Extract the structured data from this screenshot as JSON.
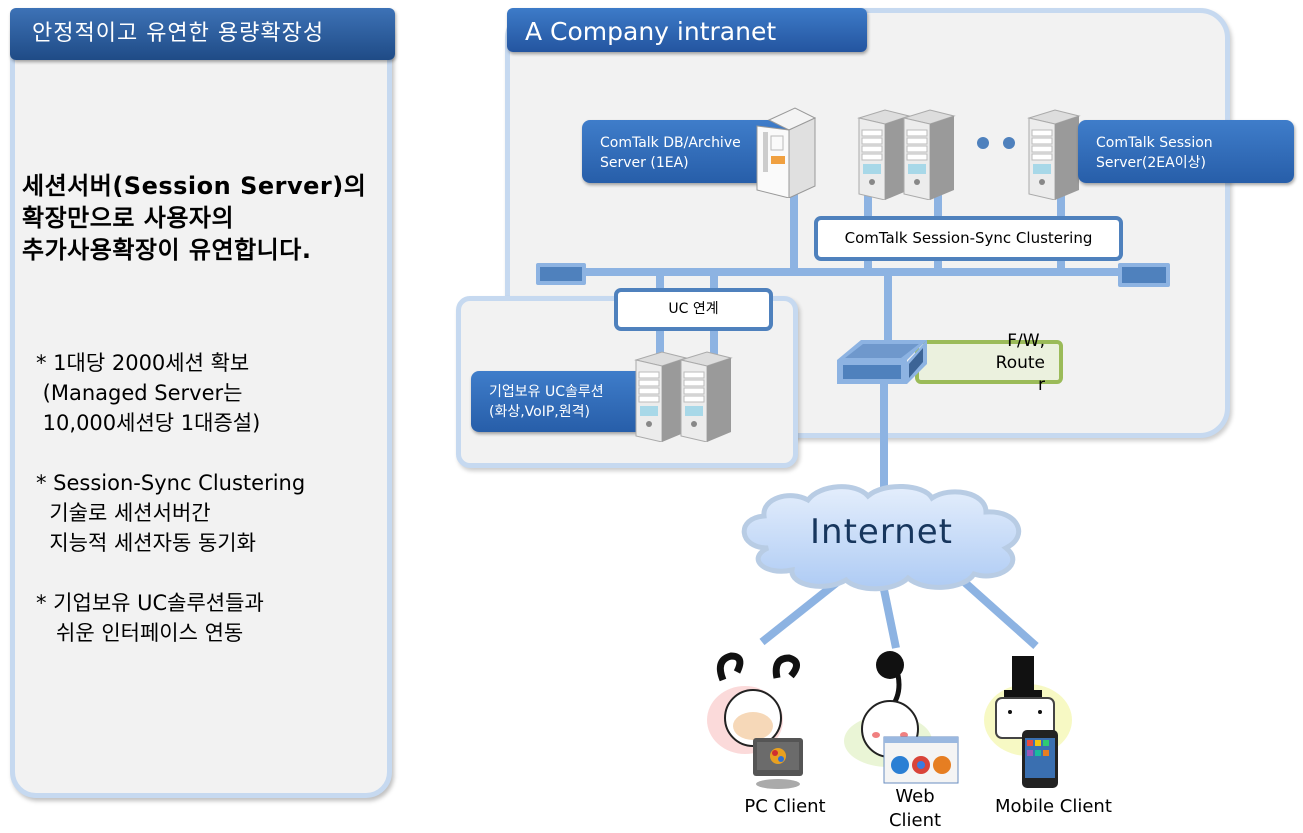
{
  "left_panel": {
    "title": "안정적이고 유연한 용량확장성",
    "headline": [
      "세션서버(Session Server)의",
      "확장만으로 사용자의",
      "추가사용확장이 유연합니다."
    ],
    "bullets": [
      "* 1대당 2000세션 확보\n (Managed Server는\n 10,000세션당 1대증설)",
      "* Session-Sync Clustering\n  기술로 세션서버간\n  지능적 세션자동 동기화",
      "* 기업보유 UC솔루션들과\n   쉬운 인터페이스 연동"
    ]
  },
  "intranet": {
    "title": "A Company intranet",
    "db_server_label": [
      "ComTalk DB/Archive",
      "Server (1EA)"
    ],
    "session_server_label": [
      "ComTalk Session",
      "Server(2EA이상)"
    ],
    "cluster_label": "ComTalk Session-Sync Clustering",
    "uc_link_label": "UC 연계",
    "uc_solution_label": [
      "기업보유 UC솔루션",
      "(화상,VoIP,원격)"
    ],
    "firewall_label": "F/W,\nRoute\nr"
  },
  "internet": {
    "label": "Internet"
  },
  "clients": [
    {
      "label": "PC Client"
    },
    {
      "label": "Web\nClient"
    },
    {
      "label": "Mobile Client"
    }
  ],
  "colors": {
    "header_blue": "#2455a0",
    "panel_border": "#c6d9f0",
    "line_blue": "#8db3e2",
    "node_blue": "#4f81bd",
    "fw_green": "#9bbb59"
  }
}
